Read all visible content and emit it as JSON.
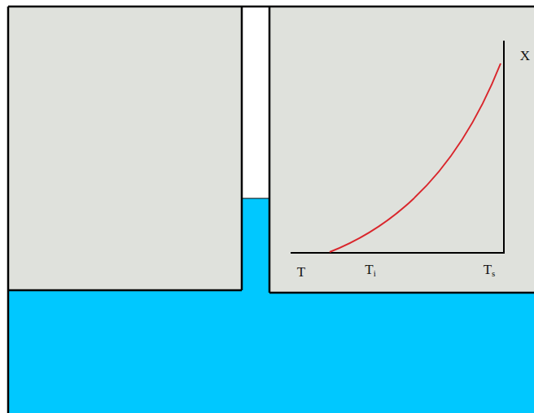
{
  "diagram": {
    "labels": [
      "X",
      "T",
      "Ti",
      "Ts"
    ]
  }
}
